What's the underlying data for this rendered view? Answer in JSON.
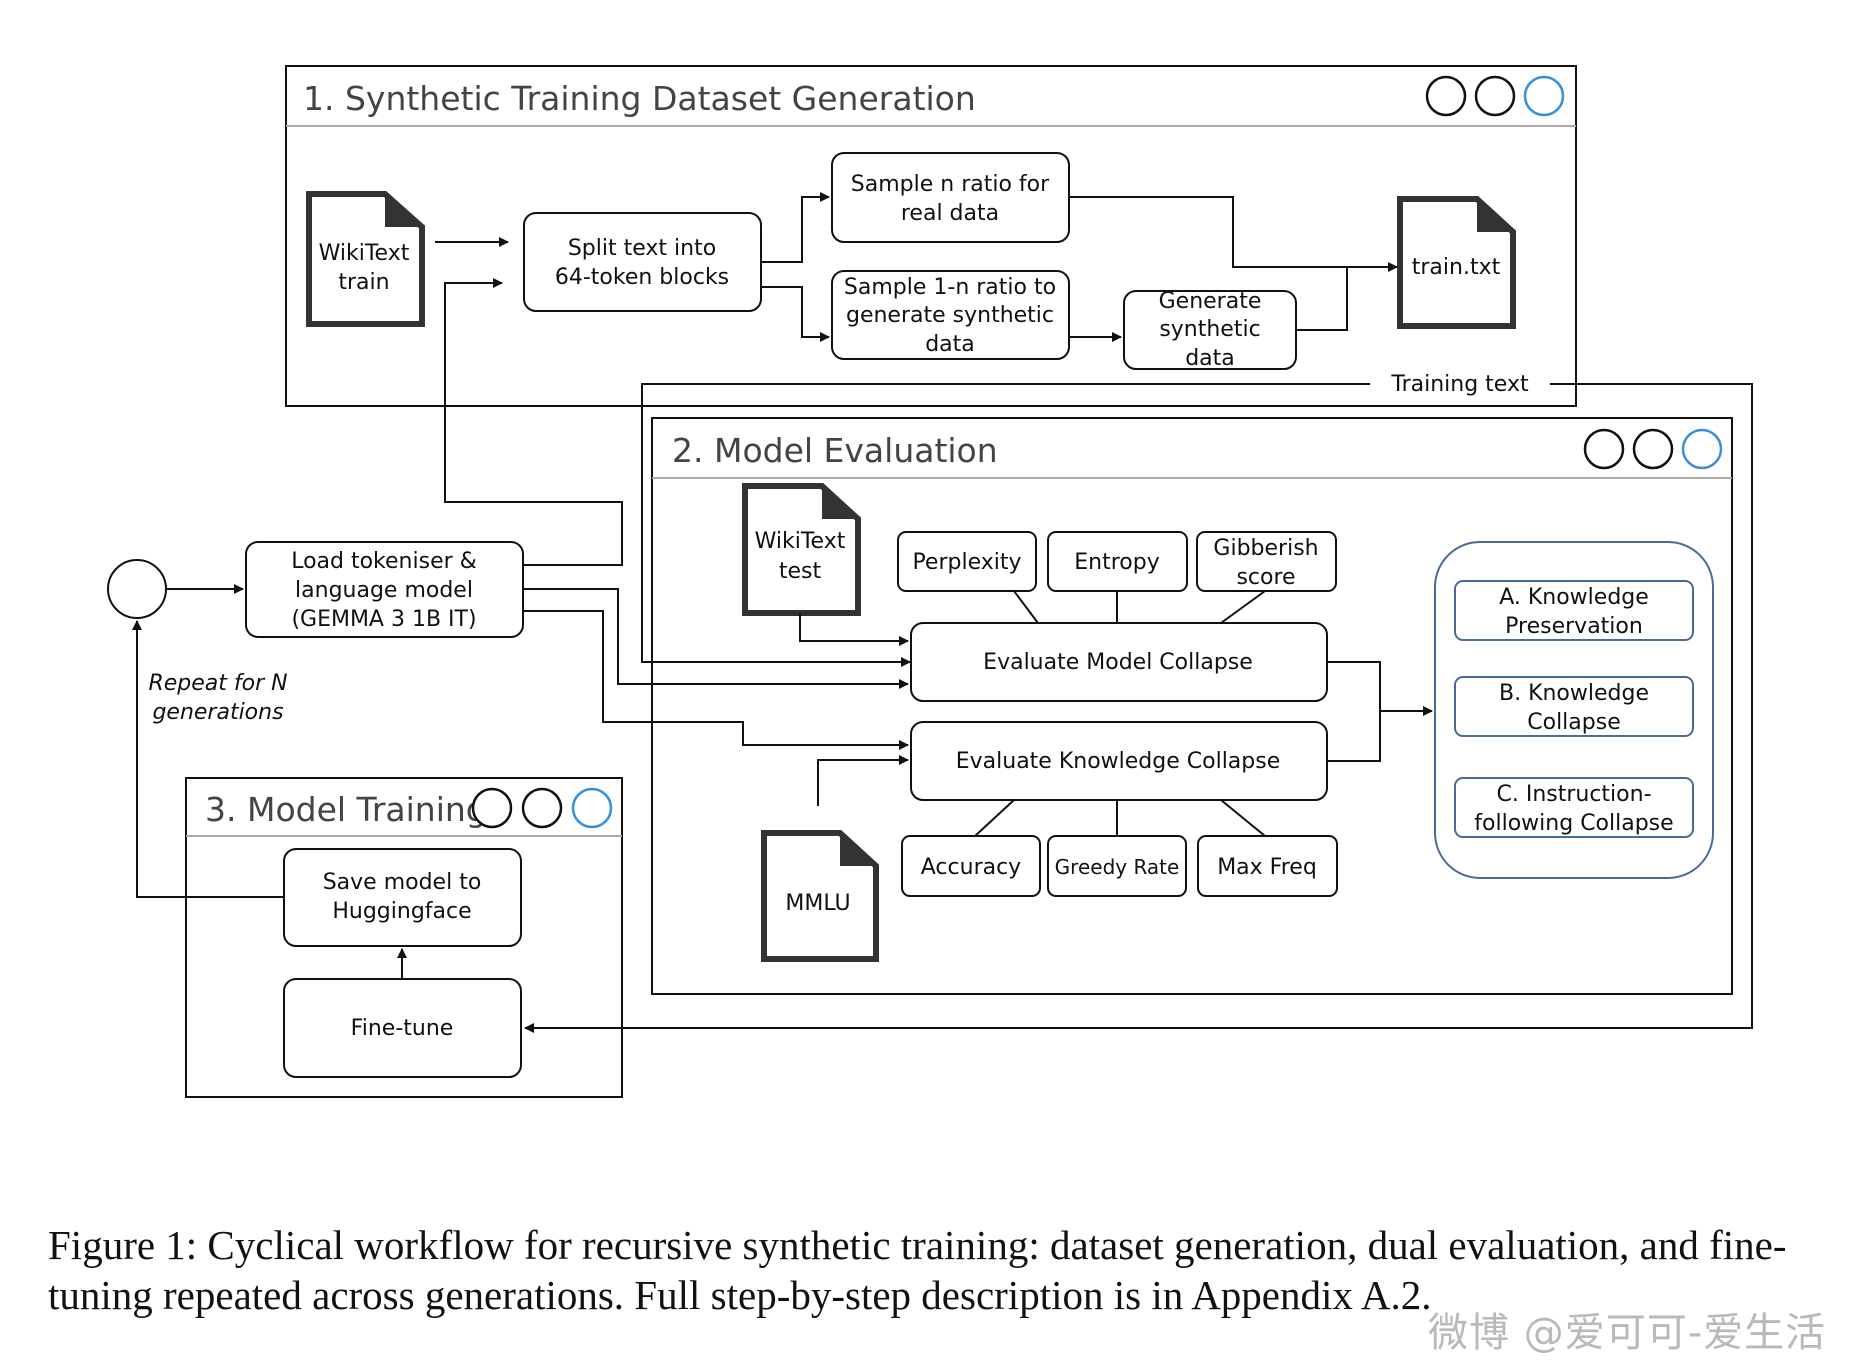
{
  "panels": {
    "p1_title": "1. Synthetic Training Dataset Generation",
    "p2_title": "2. Model Evaluation",
    "p3_title": "3. Model Training"
  },
  "documents": {
    "wikitext_train": [
      "WikiText",
      "train"
    ],
    "train_txt": [
      "train.txt"
    ],
    "wikitext_test": [
      "WikiText",
      "test"
    ],
    "mmlu": [
      "MMLU"
    ]
  },
  "boxes": {
    "split": [
      "Split text into",
      "64-token blocks"
    ],
    "sample_real": [
      "Sample n ratio for",
      "real data"
    ],
    "sample_synth": [
      "Sample 1-n ratio to",
      "generate synthetic",
      "data"
    ],
    "generate": [
      "Generate",
      "synthetic",
      "data"
    ],
    "load": [
      "Load tokeniser &",
      "language model",
      "(GEMMA 3 1B IT)"
    ],
    "perplexity": [
      "Perplexity"
    ],
    "entropy": [
      "Entropy"
    ],
    "gibberish": [
      "Gibberish",
      "score"
    ],
    "eval_model": [
      "Evaluate Model Collapse"
    ],
    "eval_knowledge": [
      "Evaluate Knowledge Collapse"
    ],
    "accuracy": [
      "Accuracy"
    ],
    "greedy": [
      "Greedy Rate"
    ],
    "maxfreq": [
      "Max Freq"
    ],
    "outcome_a": [
      "A. Knowledge",
      "Preservation"
    ],
    "outcome_b": [
      "B. Knowledge",
      "Collapse"
    ],
    "outcome_c": [
      "C. Instruction-",
      "following Collapse"
    ],
    "save": [
      "Save model to",
      "Huggingface"
    ],
    "finetune": [
      "Fine-tune"
    ]
  },
  "labels": {
    "training_text": "Training text",
    "repeat": [
      "Repeat for N",
      "generations"
    ]
  },
  "caption": "Figure 1: Cyclical workflow for recursive synthetic training: dataset generation, dual evaluation, and fine-tuning repeated across generations. Full step-by-step description is in Appendix A.2.",
  "watermark": "微博 @爱可可-爱生活",
  "colors": {
    "line": "#111111",
    "panel_title_text": "#444444",
    "window_button_accent": "#3b8fd6",
    "outcome_group_border": "#4a6a9a"
  }
}
